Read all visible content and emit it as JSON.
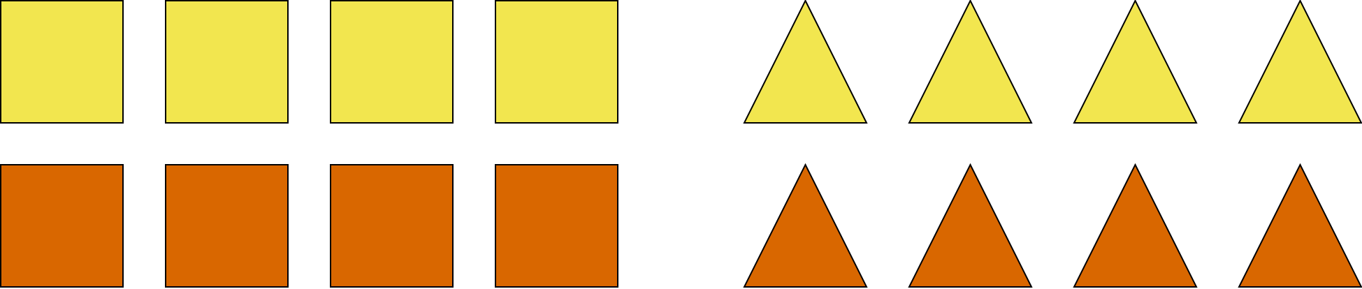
{
  "colors": {
    "yellow": "#F2E64F",
    "orange": "#D96700",
    "outline": "#000000",
    "background": "#FFFFFF"
  },
  "groups": [
    {
      "shape": "square",
      "rows": [
        {
          "color": "yellow",
          "count": 4
        },
        {
          "color": "orange",
          "count": 4
        }
      ]
    },
    {
      "shape": "triangle",
      "rows": [
        {
          "color": "yellow",
          "count": 4
        },
        {
          "color": "orange",
          "count": 4
        }
      ]
    }
  ]
}
